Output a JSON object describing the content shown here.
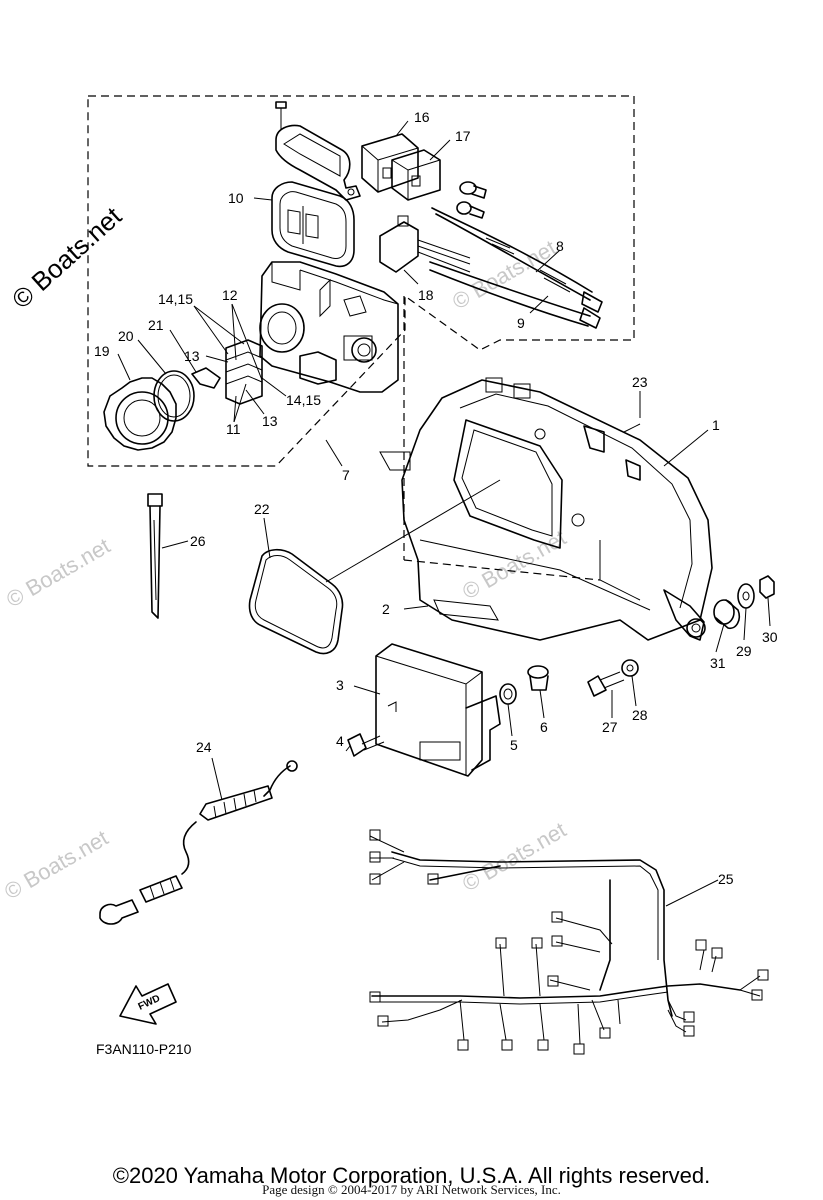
{
  "watermark": "© Boats.net",
  "watermark_faint": "© Boats.net",
  "callouts": {
    "c1": "1",
    "c2": "2",
    "c3": "3",
    "c4": "4",
    "c5": "5",
    "c6": "6",
    "c7": "7",
    "c8": "8",
    "c9": "9",
    "c10": "10",
    "c11": "11",
    "c12": "12",
    "c13a": "13",
    "c13b": "13",
    "c14a": "14,15",
    "c14b": "14,15",
    "c16": "16",
    "c17": "17",
    "c18": "18",
    "c19": "19",
    "c20": "20",
    "c21": "21",
    "c22": "22",
    "c23": "23",
    "c24": "24",
    "c25": "25",
    "c26": "26",
    "c27": "27",
    "c28": "28",
    "c29": "29",
    "c30": "30",
    "c31": "31"
  },
  "fwd_label": "FWD",
  "diagram_code": "F3AN110-P210",
  "copyright": "©2020 Yamaha Motor Corporation, U.S.A. All rights reserved.",
  "page_design": "Page design © 2004-2017 by ARI Network Services, Inc."
}
